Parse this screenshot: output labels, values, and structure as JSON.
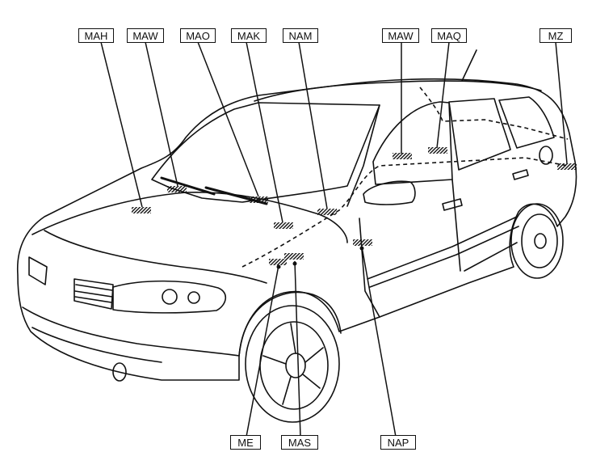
{
  "labels": {
    "mah": "MAH",
    "maw_front": "MAW",
    "mao": "MAO",
    "mak": "MAK",
    "nam": "NAM",
    "maw_rear": "MAW",
    "maq": "MAQ",
    "mz": "MZ",
    "me": "ME",
    "mas": "MAS",
    "nap": "NAP"
  },
  "colors": {
    "ink": "#111111",
    "paper": "#ffffff"
  }
}
